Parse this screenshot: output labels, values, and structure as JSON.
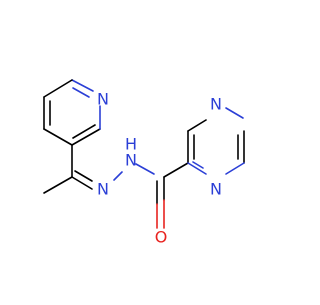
{
  "molecule": {
    "atoms": {
      "pyridine_n": {
        "label": "N",
        "color": "#2b3fd6"
      },
      "hydrazone_n": {
        "label": "N",
        "color": "#2b3fd6"
      },
      "amide_nh": {
        "label": "N",
        "color": "#2b3fd6",
        "h_label": "H"
      },
      "carbonyl_o": {
        "label": "O",
        "color": "#e8231f"
      },
      "pyrazine_n_top": {
        "label": "N",
        "color": "#2b3fd6"
      },
      "pyrazine_n_bottom": {
        "label": "N",
        "color": "#2b3fd6"
      }
    },
    "colors": {
      "carbon_bond": "#000000",
      "nitrogen": "#2b3fd6",
      "oxygen": "#e8231f",
      "background": "#ffffff"
    }
  }
}
